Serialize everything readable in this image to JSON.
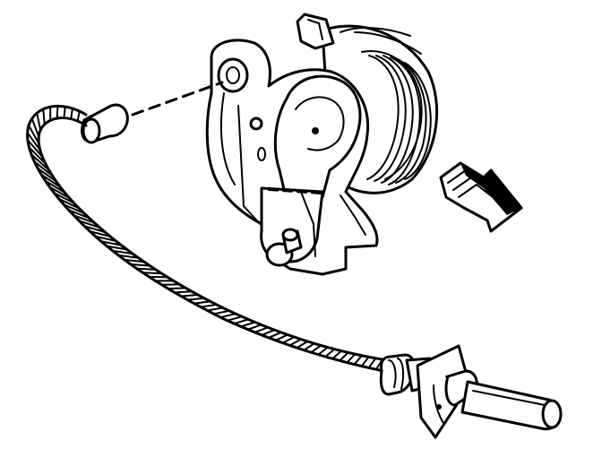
{
  "diagram": {
    "labels": [],
    "colors": {
      "line": "#000000",
      "background": "#ffffff"
    },
    "parts": [
      "cable-end-cap",
      "alignment-dashed-line",
      "mounting-bracket-plate",
      "coil-spring-drum",
      "cable-lever-arm",
      "retaining-pin",
      "cable-sheath",
      "cable-end-fitting",
      "mounting-flange",
      "cable-end-rod",
      "direction-arrow"
    ]
  }
}
